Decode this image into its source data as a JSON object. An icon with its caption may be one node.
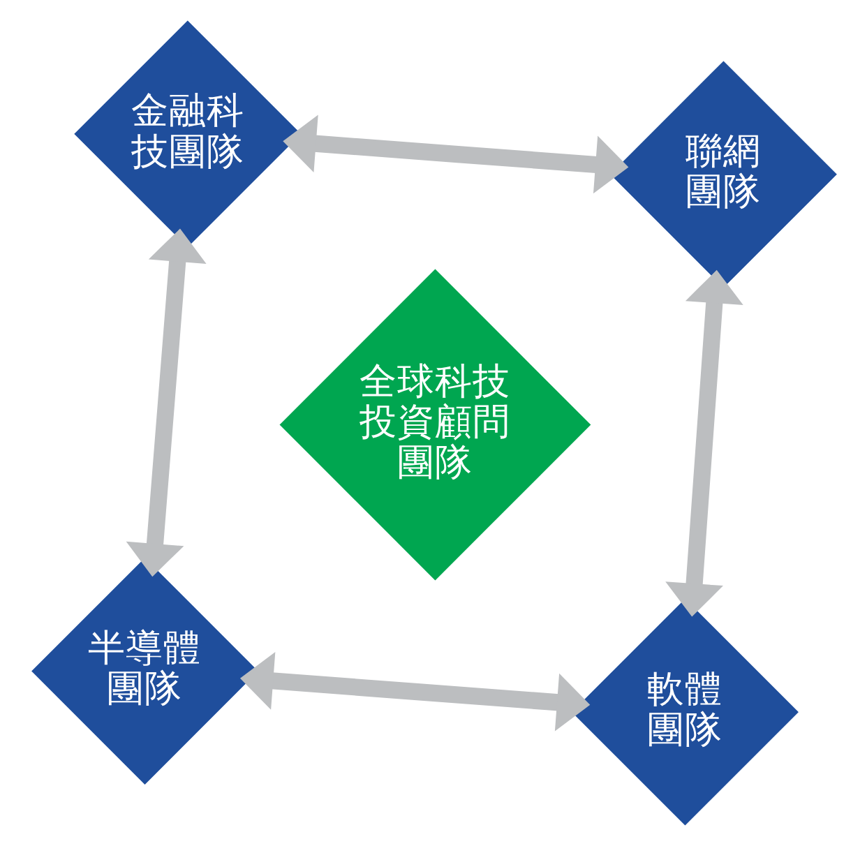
{
  "diagram": {
    "nodes": [
      {
        "text": [
          "半導體團隊"
        ]
      },
      {
        "text": [
          "軟體團隊"
        ]
      },
      {
        "text": [
          "全球科技投資顧問團隊"
        ]
      },
      {
        "text": [
          "金融科技團隊"
        ]
      },
      {
        "text": [
          "聯網團隊"
        ]
      }
    ],
    "edges": [
      {
        "from": 0,
        "to": 1,
        "arrow": "both"
      },
      {
        "from": 1,
        "to": 4,
        "arrow": "both"
      },
      {
        "from": 4,
        "to": 3,
        "arrow": "both"
      },
      {
        "from": 3,
        "to": 0,
        "arrow": "both"
      }
    ]
  }
}
